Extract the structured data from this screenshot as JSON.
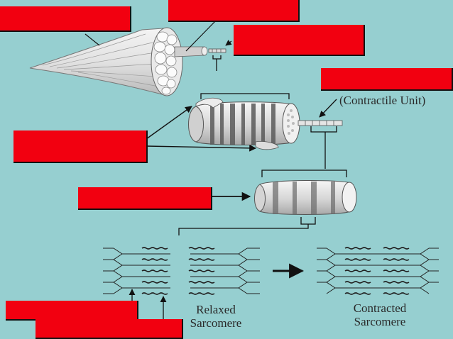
{
  "diagram": {
    "labels": {
      "contractile_unit": "(Contractile Unit)",
      "relaxed_line1": "Relaxed",
      "relaxed_line2": "Sarcomere",
      "contracted_line1": "Contracted",
      "contracted_line2": "Sarcomere"
    },
    "label_boxes": [
      {
        "name": "label-box-1"
      },
      {
        "name": "label-box-2"
      },
      {
        "name": "label-box-3"
      },
      {
        "name": "label-box-4"
      },
      {
        "name": "label-box-5"
      },
      {
        "name": "label-box-6"
      },
      {
        "name": "label-box-7"
      },
      {
        "name": "label-box-8"
      }
    ],
    "colors": {
      "background": "#96cfd0",
      "label_box": "#f20010",
      "line": "#111111"
    }
  }
}
